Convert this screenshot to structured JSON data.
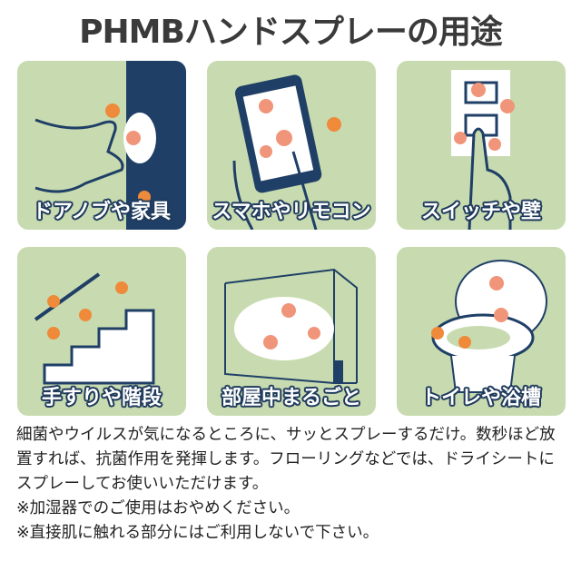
{
  "title": "PHMBハンドスプレーの用途",
  "tiles": [
    {
      "label": "ドアノブや家具",
      "icon": "door-knob-illustration"
    },
    {
      "label": "スマホやリモコン",
      "icon": "smartphone-illustration"
    },
    {
      "label": "スイッチや壁",
      "icon": "wall-switch-illustration"
    },
    {
      "label": "手すりや階段",
      "icon": "stairs-handrail-illustration"
    },
    {
      "label": "部屋中まるごと",
      "icon": "room-illustration"
    },
    {
      "label": "トイレや浴槽",
      "icon": "toilet-illustration"
    }
  ],
  "description": [
    "細菌やウイルスが気になるところに、サッとスプレーするだけ。数秒ほど放置すれば、抗菌作用を発揮します。フローリングなどでは、ドライシートにスプレーしてお使いいただけます。",
    "※加湿器でのご使用はおやめください。",
    "※直接肌に触れる部分にはご利用しないで下さい。"
  ],
  "colors": {
    "tile_bg": "#c8dbb0",
    "navy": "#1f3f66",
    "germ": "#ee8a3a",
    "title": "#3a3a3a"
  }
}
